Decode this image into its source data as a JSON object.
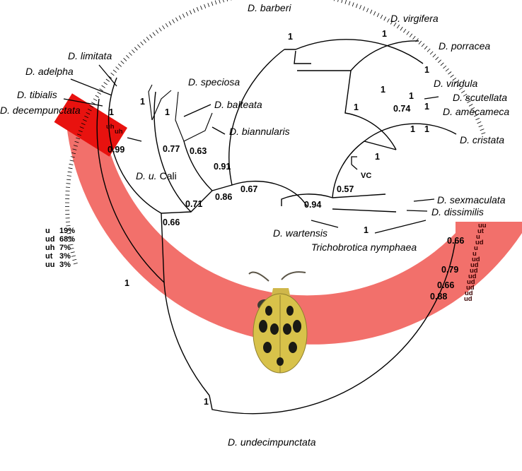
{
  "colors": {
    "highlight": "#f2706b",
    "highlight_dark": "#e8120f",
    "branch": "#000000",
    "beetle_body": "#d8c24a",
    "beetle_spot": "#1a1a14"
  },
  "taxa": {
    "barberi": "D. barberi",
    "virgifera": "D. virgifera",
    "porracea": "D. porracea",
    "limitata": "D. limitata",
    "adelpha": "D. adelpha",
    "speciosa": "D. speciosa",
    "viridula": "D. viridula",
    "scutellata": "D. scutellata",
    "amecameca": "D. amecameca",
    "tibialis": "D. tibialis",
    "decempunctata": "D. decempunctata",
    "balteata": "D. balteata",
    "biannularis": "D. biannularis",
    "cristata": "D. cristata",
    "u_cali_genus": "D. u.",
    "u_cali_name": "Cali",
    "sexmaculata": "D. sexmaculata",
    "dissimilis": "D. dissimilis",
    "wartensis": "D. wartensis",
    "trichobrotica": "Trichobrotica nymphaea",
    "undecimpunctata": "D. undecimpunctata"
  },
  "support_values": {
    "s_barberi": "1",
    "s_virgifera": "1",
    "s_porracea": "1",
    "s_limitata": "1",
    "s_speciosa": "1",
    "s_upper_right": "1",
    "s_viridula": "1",
    "s_scutellata": "1",
    "s_074": "0.74",
    "s_cristata_a": "1",
    "s_cristata_b": "1",
    "s_tibialis": "1",
    "s_099": "0.99",
    "s_077": "0.77",
    "s_063": "0.63",
    "s_mid_right": "1",
    "s_091": "0.91",
    "s_vc": "1",
    "s_071": "0.71",
    "s_086": "0.86",
    "s_067": "0.67",
    "s_057": "0.57",
    "s_094": "0.94",
    "s_066_left": "0.66",
    "s_trich": "1",
    "s_066_right": "0.66",
    "s_079": "0.79",
    "s_066_right2": "0.66",
    "s_088": "0.88",
    "s_left_1": "1",
    "s_bottom_1": "1"
  },
  "vc_label": "VC",
  "haplotype_labels": {
    "upper": [
      "uu",
      "ut",
      "u",
      "ud",
      "u",
      "u",
      "ud",
      "ud",
      "ud",
      "ud",
      "ud",
      "ud",
      "ud",
      "ud"
    ],
    "decem": [
      "uh",
      "uh"
    ]
  },
  "haplotype_table": [
    {
      "code": "u",
      "pct": "19%"
    },
    {
      "code": "ud",
      "pct": "68%"
    },
    {
      "code": "uh",
      "pct": "7%"
    },
    {
      "code": "ut",
      "pct": "3%"
    },
    {
      "code": "uu",
      "pct": "3%"
    }
  ]
}
